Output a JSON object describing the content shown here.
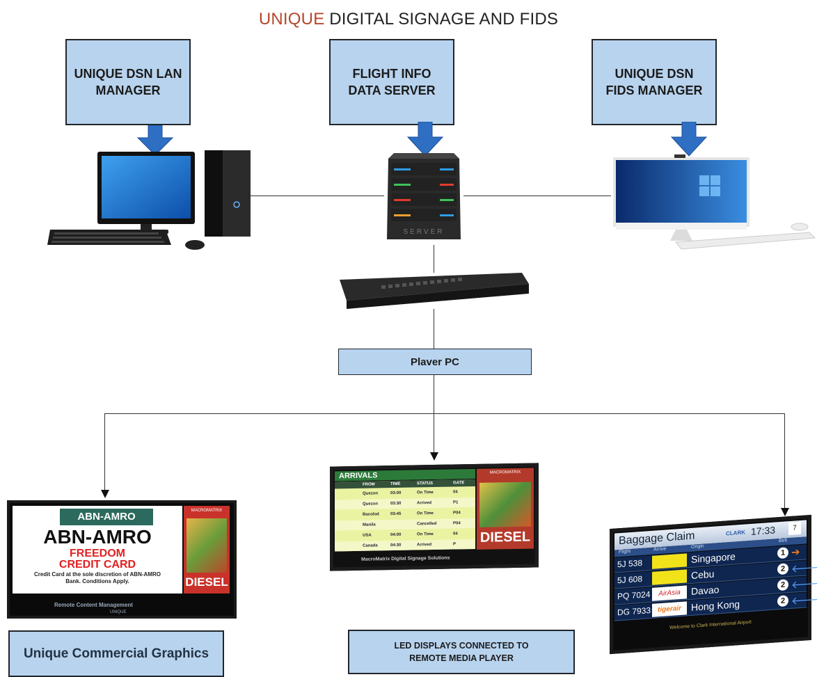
{
  "title": {
    "accent": "UNIQUE",
    "rest": " DIGITAL SIGNAGE AND FIDS"
  },
  "boxes": {
    "lan_manager": "UNIQUE DSN LAN MANAGER",
    "flight_server": "FLIGHT INFO DATA SERVER",
    "fids_manager": "UNIQUE DSN FIDS MANAGER",
    "player_pc": "Plaver PC",
    "commercial": "Unique Commercial Graphics",
    "led": "LED DISPLAYS CONNECTED TO REMOTE MEDIA PLAYER"
  },
  "server_label": "SERVER",
  "display_left": {
    "bank_logo": "ABN-AMRO",
    "headline": "ABN-AMRO",
    "line1": "FREEDOM",
    "line2": "CREDIT CARD",
    "fine_print": "Credit Card at the sole discretion of ABN-AMRO Bank. Conditions Apply.",
    "side_brand": "MACROMATRIX",
    "ad_brand": "DIESEL",
    "footer": "Remote Content Management",
    "footer_sub": "UNIQUE"
  },
  "display_center": {
    "heading": "ARRIVALS",
    "columns": [
      "FROM",
      "TIME",
      "STATUS",
      "GATE"
    ],
    "rows": [
      [
        "Quezon",
        "03:00",
        "On Time",
        "04"
      ],
      [
        "Quezon",
        "03:30",
        "Arrived",
        "P1"
      ],
      [
        "Bacolod",
        "03:45",
        "On Time",
        "P04"
      ],
      [
        "Manila",
        "",
        "Cancelled",
        "P04"
      ],
      [
        "USA",
        "04:00",
        "On Time",
        "04"
      ],
      [
        "Canada",
        "04:30",
        "Arrived",
        "P"
      ]
    ],
    "side_brand": "MACROMATRIX",
    "ad_brand": "DIESEL",
    "footer": "MacroMatrix Digital Signage Solutions"
  },
  "display_right": {
    "title": "Baggage Claim",
    "logo": "CLARK",
    "time": "17:33",
    "date_badge": "7",
    "col_flight": "Flight",
    "col_arrive": "Arrive",
    "col_origin": "Origin",
    "col_belt": "Belt",
    "rows": [
      {
        "flight": "5J 538",
        "origin": "Singapore",
        "belt": "1"
      },
      {
        "flight": "5J 608",
        "origin": "Cebu",
        "belt": "2"
      },
      {
        "flight": "PQ 7024",
        "origin": "Davao",
        "belt": "2",
        "airline": "AirAsia"
      },
      {
        "flight": "DG 7933",
        "origin": "Hong Kong",
        "belt": "2",
        "airline": "tigerair"
      }
    ],
    "footer": "Welcome to Clark International Airport"
  },
  "colors": {
    "box_fill": "#b8d3ee",
    "arrow_blue": "#2e6fc4",
    "title_accent": "#b5472a"
  }
}
